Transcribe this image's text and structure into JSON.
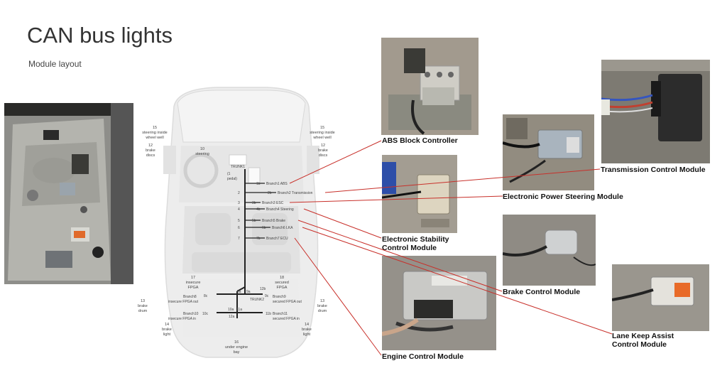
{
  "title": "CAN bus lights",
  "subtitle": "Module layout",
  "modules": {
    "abs": "ABS Block Controller",
    "tcm": "Transmission Control Module",
    "eps": "Electronic Power Steering Module",
    "esc_1": "Electronic Stability",
    "esc_2": "Control Module",
    "brake": "Brake Control Module",
    "lka_1": "Lane Keep Assist",
    "lka_2": "Control Module",
    "ecm": "Engine Control Module"
  },
  "car": {
    "lt15": [
      "15",
      "steering inside",
      "wheel well"
    ],
    "rt15": [
      "15",
      "steering inside",
      "wheel well"
    ],
    "lt12": [
      "12",
      "brake",
      "discs"
    ],
    "rt12": [
      "12",
      "brake",
      "discs"
    ],
    "top10": [
      "10",
      "steering"
    ],
    "lt13": [
      "13",
      "brake",
      "drum"
    ],
    "rt13": [
      "13",
      "brake",
      "drum"
    ],
    "lt14": [
      "14",
      "brake",
      "light"
    ],
    "rt14": [
      "14",
      "brake",
      "light"
    ],
    "bot16": [
      "16",
      "under engine",
      "bay"
    ],
    "trunk1": "TRUNK1",
    "trunk2": "TRUNK2",
    "box1": [
      "(1",
      "pedal)"
    ],
    "branches": [
      "Branch1 ABS",
      "Branch2 Transmission",
      "Branch3 ESC",
      "Branch4 Steering",
      "Branch5 Brake",
      "Branch6 LKA",
      "Branch7 ECU"
    ],
    "branch_codes": [
      "1b",
      "2b",
      "3b",
      "4b",
      "5b",
      "6b",
      "7b"
    ],
    "trunk_codes": [
      "2",
      "3",
      "4",
      "5",
      "6",
      "7"
    ],
    "insecure": [
      "17",
      "insecure",
      "FPGA"
    ],
    "secured": [
      "18",
      "secured",
      "FPGA"
    ],
    "b8": [
      "Branch8",
      "insecure FPGA out"
    ],
    "b9": [
      "Branch9",
      "secured FPGA out"
    ],
    "b10": [
      "Branch10",
      "insecure FPGA in"
    ],
    "b11": [
      "Branch11",
      "secured FPGA in"
    ],
    "codes": [
      "8a",
      "9a",
      "8c",
      "9c",
      "12b",
      "10a",
      "11a",
      "10c",
      "11b",
      "12a"
    ]
  }
}
